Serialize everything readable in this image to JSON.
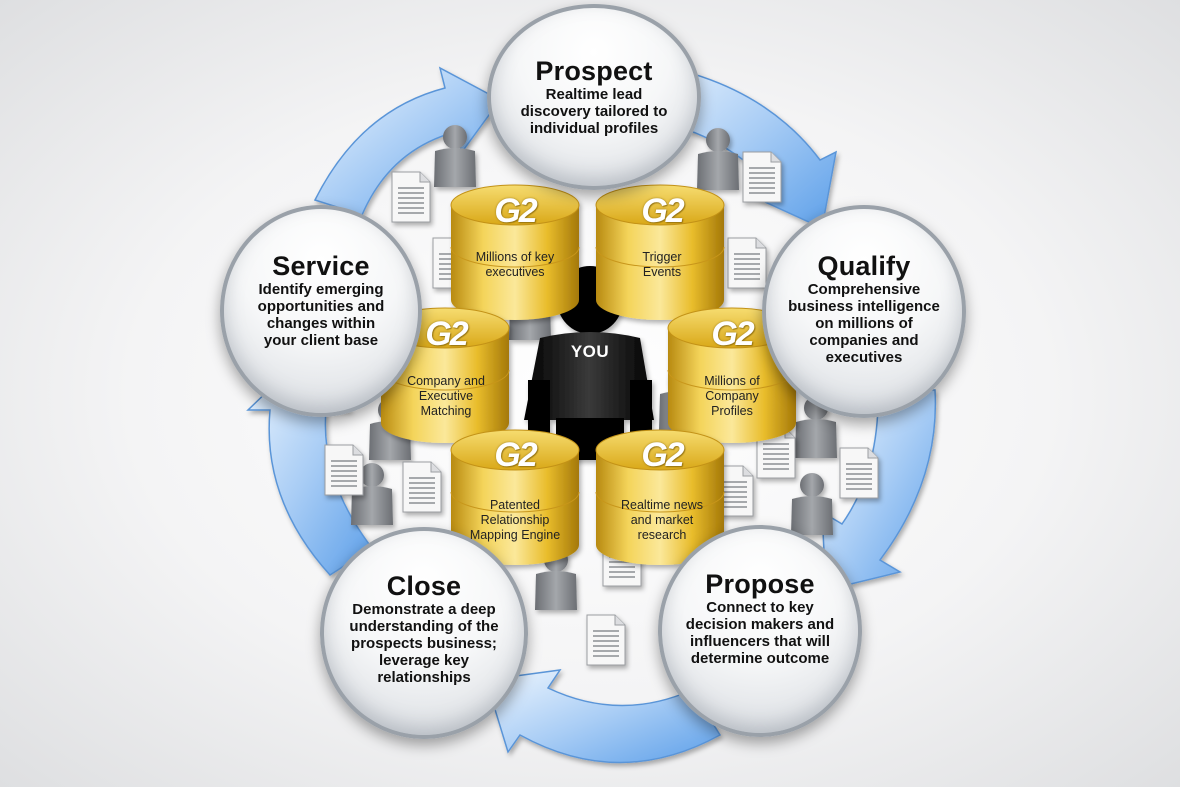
{
  "center": {
    "label": "YOU"
  },
  "stages": [
    {
      "id": "prospect",
      "title": "Prospect",
      "lines": [
        "Realtime lead",
        "discovery tailored to",
        "individual profiles"
      ]
    },
    {
      "id": "qualify",
      "title": "Qualify",
      "lines": [
        "Comprehensive",
        "business intelligence",
        "on millions of",
        "companies and",
        "executives"
      ]
    },
    {
      "id": "propose",
      "title": "Propose",
      "lines": [
        "Connect to key",
        "decision makers and",
        "influencers that will",
        "determine outcome"
      ]
    },
    {
      "id": "close",
      "title": "Close",
      "lines": [
        "Demonstrate a deep",
        "understanding of the",
        "prospects business;",
        "leverage key",
        "relationships"
      ]
    },
    {
      "id": "service",
      "title": "Service",
      "lines": [
        "Identify emerging",
        "opportunities and",
        "changes within",
        "your client base"
      ]
    }
  ],
  "databases": [
    {
      "logo": "G2",
      "lines": [
        "Millions of key",
        "executives"
      ]
    },
    {
      "logo": "G2",
      "lines": [
        "Trigger",
        "Events"
      ]
    },
    {
      "logo": "G2",
      "lines": [
        "Company and",
        "Executive",
        "Matching"
      ]
    },
    {
      "logo": "G2",
      "lines": [
        "Millions of",
        "Company",
        "Profiles"
      ]
    },
    {
      "logo": "G2",
      "lines": [
        "Patented",
        "Relationship",
        "Mapping Engine"
      ]
    },
    {
      "logo": "G2",
      "lines": [
        "Realtime news",
        "and market",
        "research"
      ]
    }
  ],
  "colors": {
    "arrow": "#6aaaf0",
    "arrow_light": "#e4f0fd",
    "database_gold": "#e8b820",
    "person_gray": "#8a8d92",
    "center_figure": "#000000"
  }
}
